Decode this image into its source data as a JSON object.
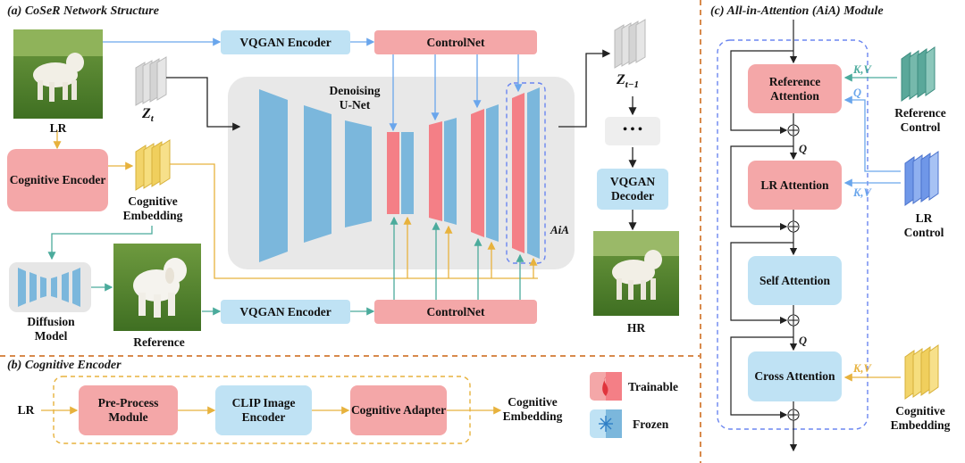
{
  "sections": {
    "a_title": "(a) CoSeR Network Structure",
    "b_title": "(b) Cognitive Encoder",
    "c_title": "(c) All-in-Attention (AiA) Module"
  },
  "a": {
    "lr_label": "LR",
    "zt_label": "Z",
    "zt_sub": "t",
    "zt1_label": "Z",
    "zt1_sub": "t−1",
    "vqgan_encoder_top": "VQGAN Encoder",
    "controlnet_top": "ControlNet",
    "vqgan_encoder_bottom": "VQGAN Encoder",
    "controlnet_bottom": "ControlNet",
    "denoising_unet": "Denoising U-Net",
    "aia_tag": "AiA",
    "cognitive_encoder": "Cognitive Encoder",
    "cognitive_embedding": "Cognitive Embedding",
    "diffusion_model": "Diffusion Model",
    "reference_label": "Reference",
    "ellipsis": "• • •",
    "vqgan_decoder": "VQGAN Decoder",
    "hr_label": "HR"
  },
  "b": {
    "lr_in": "LR",
    "pre_process": "Pre-Process Module",
    "clip_encoder": "CLIP Image Encoder",
    "cognitive_adapter": "Cognitive Adapter",
    "out_label": "Cognitive Embedding"
  },
  "legend": {
    "trainable": "Trainable",
    "frozen": "Frozen"
  },
  "c": {
    "reference_attention": "Reference Attention",
    "lr_attention": "LR Attention",
    "self_attention": "Self Attention",
    "cross_attention": "Cross Attention",
    "reference_control": "Reference Control",
    "lr_control": "LR Control",
    "cognitive_embedding": "Cognitive Embedding",
    "kv_ref": "K,V",
    "q_ref": "Q",
    "kv_lr": "K,V",
    "q1": "Q",
    "q2": "Q",
    "kv_cog": "K,V"
  },
  "colors": {
    "trainable": "#f4a7a8",
    "frozen": "#bfe2f4",
    "unet_blue": "#7bb7dc",
    "unet_red": "#f47f86",
    "aia_dash": "#6b86f0",
    "ref_arrow": "#4bab9c",
    "lr_arrow": "#6aa6ec",
    "cog_arrow": "#e7b23d",
    "divider": "#d88a4c"
  }
}
